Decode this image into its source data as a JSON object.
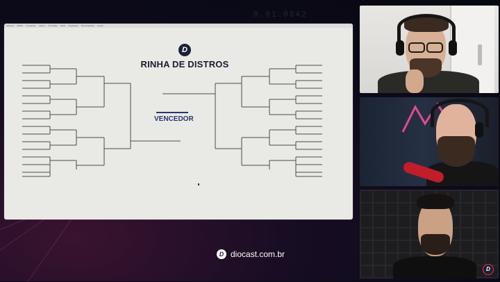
{
  "background": {
    "ticker_text": "0.01.0842",
    "accent_color": "#3a1330"
  },
  "screen": {
    "menu_items": [
      "Arquivo",
      "Editar",
      "Visualizar",
      "Inserir",
      "Formatar",
      "Slide",
      "Organizar",
      "Ferramentas",
      "Ajuda"
    ],
    "bracket": {
      "title": "RINHA DE DISTROS",
      "logo_letter": "D",
      "winner_label": "VENCEDOR"
    }
  },
  "cams": {
    "badge_letter": "D"
  },
  "footer": {
    "logo_letter": "D",
    "site": "diocast.com.br"
  }
}
